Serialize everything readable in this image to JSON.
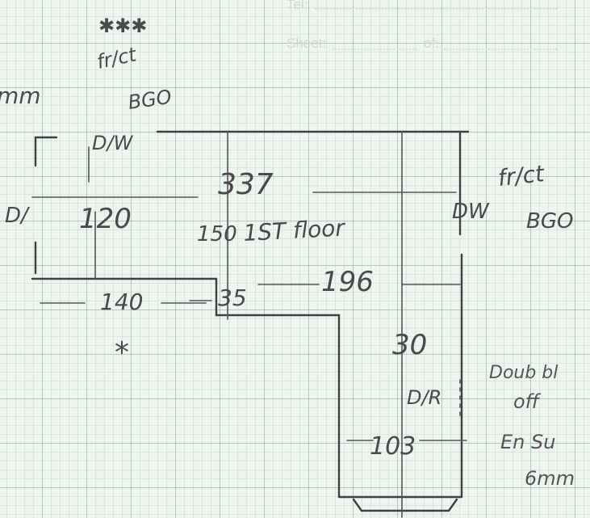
{
  "header": {
    "tel_label": "Tel:",
    "sheet_label": "Sheet:",
    "of_label": "of:"
  },
  "sketch": {
    "stars_top": "✱✱✱",
    "note_top_left_1": "fr/ct",
    "note_top_left_2": "BGO",
    "corner_mark": "mm",
    "label_dw_top": "D/W",
    "label_dr_left": "D/",
    "dim_337": "337",
    "dim_120": "120",
    "dim_150": "150",
    "label_1st_floor": "1ST floor",
    "dim_140": "140",
    "dim_35": "35",
    "dim_196": "196",
    "label_dw_right": "DW",
    "note_right_1": "fr/ct",
    "note_right_2": "BGO",
    "asterisk": "*",
    "dim_30": "30",
    "label_dr_right": "D/R",
    "dim_103": "103",
    "note_far_right_1": "Doub bl",
    "note_far_right_2": "off",
    "note_far_right_3": "En Su",
    "note_far_right_4": "6mm"
  }
}
